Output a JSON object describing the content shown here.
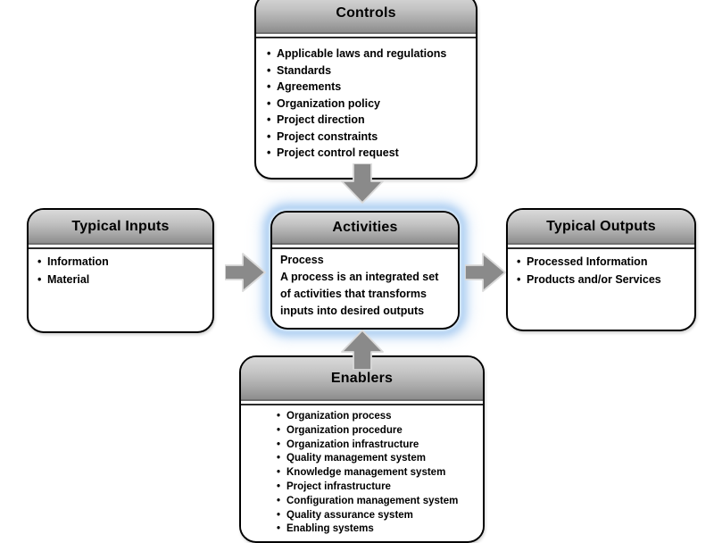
{
  "diagram": {
    "controls": {
      "title": "Controls",
      "items": [
        "Applicable laws and regulations",
        "Standards",
        "Agreements",
        "Organization policy",
        "Project direction",
        "Project constraints",
        "Project control request"
      ]
    },
    "inputs": {
      "title": "Typical Inputs",
      "items": [
        "Information",
        "Material"
      ]
    },
    "activities": {
      "title": "Activities",
      "heading": "Process",
      "description": "A process is an integrated set\nof activities that transforms\ninputs into desired outputs"
    },
    "outputs": {
      "title": "Typical Outputs",
      "items": [
        "Processed Information",
        "Products and/or Services"
      ]
    },
    "enablers": {
      "title": "Enablers",
      "items": [
        "Organization process",
        "Organization procedure",
        "Organization infrastructure",
        "Quality management system",
        "Knowledge management system",
        "Project infrastructure",
        "Configuration management system",
        "Quality assurance system",
        "Enabling systems"
      ]
    },
    "colors": {
      "header_gradient_top": "#d9d9d9",
      "header_gradient_bottom": "#8d8d8d",
      "box_border": "#000000",
      "arrow_fill": "#8a8a8a",
      "arrow_outline": "#dadada",
      "highlight_glow": "#aecff2"
    }
  }
}
